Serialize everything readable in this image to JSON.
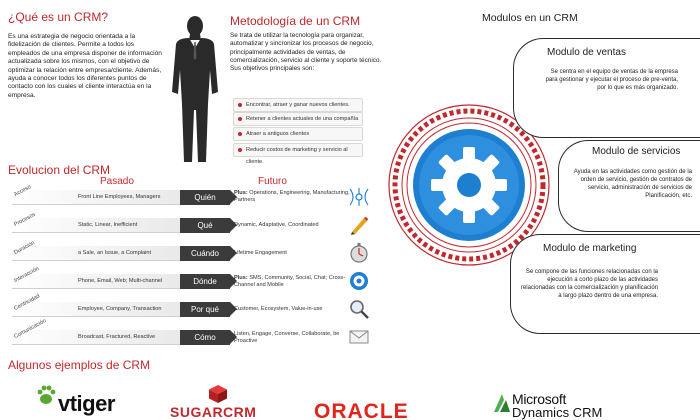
{
  "crm_intro": {
    "title": "¿Qué es un CRM?",
    "text": "Es una estrategia de negocio orientada a la fidelización de clientes. Permite a todos los empleados de una empresa disponer de información actualizada sobre los mismos, con el objetivo de optimizar la relación entre empresa/cliente. Además, ayuda a conocer todos los diferentes puntos de contacto con los cuales el cliente interactúa en la empresa."
  },
  "methodology": {
    "title": "Metodología de un CRM",
    "text": "Se trata de utilizar la tecnología para organizar, automatizar y sincronizar los procesos de negocio, principalmente actividades de ventas, de comercialización, servicio al cliente y soporte técnico. Sus objetivos principales son:",
    "bullets": [
      "Encontrar, atraer y ganar nuevos clientes.",
      "Retener a clientes actuales de una compañía",
      "Atraer a antiguos clientes",
      "Reducir costos de marketing y servicio al cliente."
    ]
  },
  "modules": {
    "title": "Modulos en un CRM",
    "items": [
      {
        "title": "Modulo de ventas",
        "text": "Se centra en el equipo de ventas de la empresa para gestionar y ejecutar el proceso de pre-venta, por lo que es más organizado."
      },
      {
        "title": "Modulo de servicios",
        "text": "Ayuda en las actividades como gestión de la orden de servicio, gestión de contratos de servicio, administración de servicios de Planificación, etc."
      },
      {
        "title": "Modulo de marketing",
        "text": "Se compone de las funciones relacionadas con la ejecución a corto plazo de las actividades relacionadas con la comercialización y planificación a largo plazo dentro de una empresa."
      }
    ]
  },
  "evolution": {
    "title": "Evolucion del CRM",
    "past_label": "Pasado",
    "future_label": "Futuro",
    "rows": [
      {
        "side": "Acceso",
        "past": "Front Line Employees, Managers",
        "key": "Quién",
        "future_bold": "Plus:",
        "future": " Operations, Engineering, Manufacturing, Partners",
        "icon": "network-icon"
      },
      {
        "side": "Procesos",
        "past": "Static, Linear, Inefficient",
        "key": "Qué",
        "future_bold": "",
        "future": "Dynamic, Adaptative, Coordinated",
        "icon": "pencil-icon"
      },
      {
        "side": "Duración",
        "past": "a Sale, an Issue, a Complaint",
        "key": "Cuándo",
        "future_bold": "",
        "future": "Lifetime Engagement",
        "icon": "stopwatch-icon"
      },
      {
        "side": "Interacción",
        "past": "Phone, Email, Web; Multi-channel",
        "key": "Dónde",
        "future_bold": "Plus:",
        "future": " SMS, Community, Social, Chat; Cross-Channel and Mobile",
        "icon": "gear-icon"
      },
      {
        "side": "Centricidad",
        "past": "Employee, Company, Transaction",
        "key": "Por qué",
        "future_bold": "",
        "future": "Customer, Ecosystem, Value-in-use",
        "icon": "magnifier-icon"
      },
      {
        "side": "Comunicación",
        "past": "Broadcast, Fractured, Reactive",
        "key": "Cómo",
        "future_bold": "",
        "future": "Listen, Engage, Converse, Collaborate, be Proactive",
        "icon": "envelope-icon"
      }
    ]
  },
  "examples": {
    "title": "Algunos ejemplos de CRM",
    "logos": {
      "vtiger": "vtiger",
      "sugar": "SUGARCRM",
      "oracle": "ORACLE",
      "ms_top": "Microsoft",
      "ms_bottom": "Dynamics CRM"
    }
  },
  "colors": {
    "accent": "#c0282d",
    "dark": "#3b3b3b",
    "gear_blue": "#1e7fd0"
  }
}
